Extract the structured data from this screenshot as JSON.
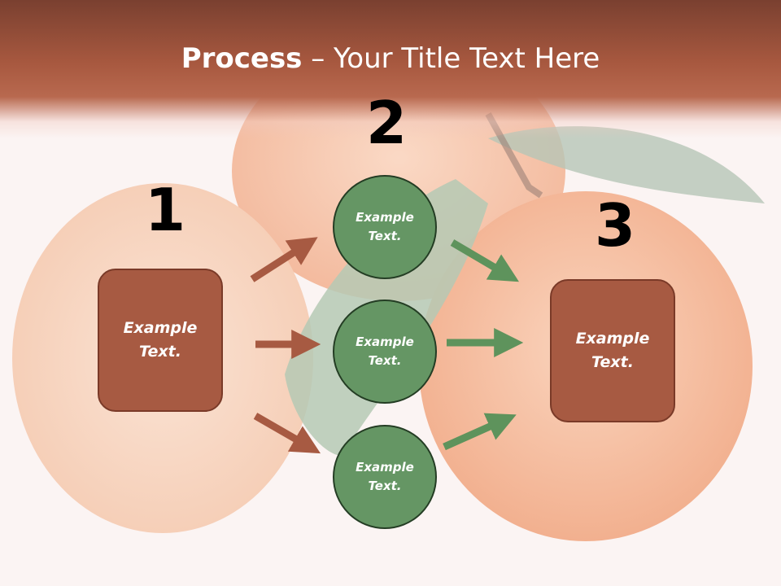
{
  "title": {
    "bold": "Process",
    "rest": " – Your Title Text Here"
  },
  "steps": [
    {
      "number": "1",
      "label": "Example\nText."
    },
    {
      "number": "2",
      "labels": [
        "Example\nText.",
        "Example\nText.",
        "Example\nText."
      ]
    },
    {
      "number": "3",
      "label": "Example\nText."
    }
  ],
  "colors": {
    "box": "#a75a42",
    "circle": "#659664",
    "arrow_in": "#a75a42",
    "arrow_out": "#5e935c"
  }
}
